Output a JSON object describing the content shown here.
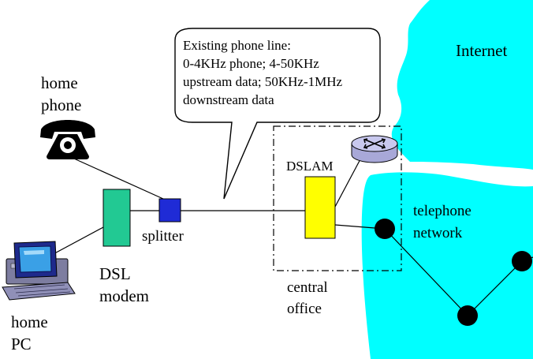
{
  "labels": {
    "internet": "Internet",
    "home_phone": [
      "home",
      "phone"
    ],
    "callout": [
      "Existing phone line:",
      "0-4KHz phone; 4-50KHz",
      "upstream data; 50KHz-1MHz",
      "downstream data"
    ],
    "dslam": "DSLAM",
    "telephone_network": [
      "telephone",
      "network"
    ],
    "splitter": "splitter",
    "dsl_modem": [
      "DSL",
      "modem"
    ],
    "central_office": [
      "central",
      "office"
    ],
    "home_pc": [
      "home",
      "PC"
    ]
  },
  "colors": {
    "cloud": "#00ffff",
    "modem": "#22c993",
    "splitter": "#1f2bd6",
    "dslam": "#ffff00",
    "router": "#c8c8ee",
    "node": "#000000"
  },
  "icons": {
    "phone": "telephone-icon",
    "computer": "computer-icon",
    "router": "router-icon"
  }
}
